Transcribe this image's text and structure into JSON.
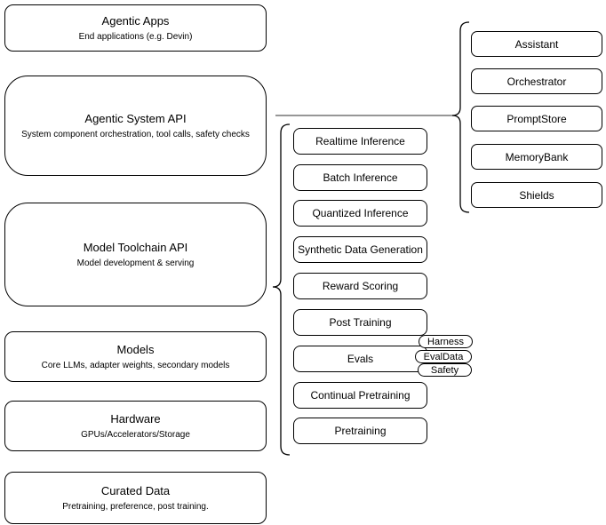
{
  "left_stack": [
    {
      "title": "Agentic Apps",
      "subtitle": "End applications (e.g. Devin)"
    },
    {
      "title": "Agentic System API",
      "subtitle": "System component orchestration, tool calls, safety checks"
    },
    {
      "title": "Model Toolchain API",
      "subtitle": "Model development & serving"
    },
    {
      "title": "Models",
      "subtitle": "Core LLMs, adapter weights, secondary models"
    },
    {
      "title": "Hardware",
      "subtitle": "GPUs/Accelerators/Storage"
    },
    {
      "title": "Curated Data",
      "subtitle": "Pretraining, preference, post training."
    }
  ],
  "toolchain": {
    "items": [
      "Realtime Inference",
      "Batch Inference",
      "Quantized Inference",
      "Synthetic Data Generation",
      "Reward Scoring",
      "Post Training",
      "Evals",
      "Continual Pretraining",
      "Pretraining"
    ]
  },
  "eval_tags": [
    "Harness",
    "EvalData",
    "Safety"
  ],
  "system_components": [
    "Assistant",
    "Orchestrator",
    "PromptStore",
    "MemoryBank",
    "Shields"
  ],
  "colors": {
    "stroke": "#000000",
    "connector": "#595959",
    "background": "#ffffff"
  }
}
